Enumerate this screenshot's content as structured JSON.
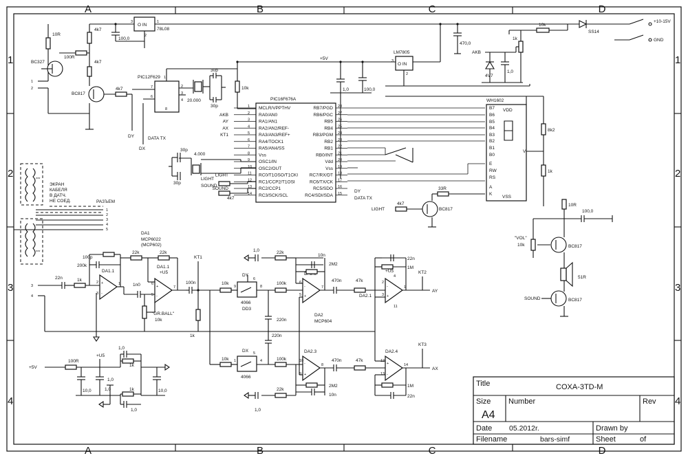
{
  "grid": {
    "columns": [
      "A",
      "B",
      "C",
      "D"
    ],
    "rows": [
      "1",
      "2",
      "3",
      "4"
    ]
  },
  "title_block": {
    "title_label": "Title",
    "title_value": "COXA-3TD-M",
    "size_label": "Size",
    "size_value": "A4",
    "number_label": "Number",
    "rev_label": "Rev",
    "date_label": "Date",
    "date_value": "05.2012r.",
    "drawn_label": "Drawn by",
    "filename_label": "Filename",
    "filename_value": "bars-simf",
    "sheet_label": "Sheet",
    "of_label": "of"
  },
  "ics": {
    "mcu": {
      "name": "PIC16F676A",
      "left_pins": [
        {
          "num": "1",
          "name": "MCLR/VPPTHV",
          "net": ""
        },
        {
          "num": "2",
          "name": "RA0/AN0",
          "net": "AKB"
        },
        {
          "num": "3",
          "name": "RA1/AN1",
          "net": "AY"
        },
        {
          "num": "4",
          "name": "RA2/AN2/REF-",
          "net": "AX"
        },
        {
          "num": "5",
          "name": "RA3/AN3/REF+",
          "net": "KT1"
        },
        {
          "num": "6",
          "name": "RA4/TOCK1",
          "net": ""
        },
        {
          "num": "7",
          "name": "RA5/AN4/SS",
          "net": ""
        },
        {
          "num": "8",
          "name": "Vss",
          "net": ""
        },
        {
          "num": "9",
          "name": "OSC1/IN",
          "net": ""
        },
        {
          "num": "10",
          "name": "OSC2/OUT",
          "net": ""
        },
        {
          "num": "11",
          "name": "RC0/T1OSO/T1CKI",
          "net": "LIGHT"
        },
        {
          "num": "12",
          "name": "RC1/CCP2/T1OSI",
          "net": ""
        },
        {
          "num": "13",
          "name": "RC2/CCP1",
          "net": "SOUND"
        },
        {
          "num": "14",
          "name": "RC3/SCK/SCL",
          "net": ""
        }
      ],
      "right_pins": [
        {
          "num": "28",
          "name": "RB7/PGD",
          "net": ""
        },
        {
          "num": "27",
          "name": "RB6/PGC",
          "net": ""
        },
        {
          "num": "26",
          "name": "RB5",
          "net": ""
        },
        {
          "num": "25",
          "name": "RB4",
          "net": ""
        },
        {
          "num": "24",
          "name": "RB3/PGM",
          "net": ""
        },
        {
          "num": "23",
          "name": "RB2",
          "net": ""
        },
        {
          "num": "22",
          "name": "RB1",
          "net": ""
        },
        {
          "num": "21",
          "name": "RB0/INT",
          "net": ""
        },
        {
          "num": "20",
          "name": "Vdd",
          "net": ""
        },
        {
          "num": "19",
          "name": "Vss",
          "net": ""
        },
        {
          "num": "18",
          "name": "RC7/RX/DT",
          "net": ""
        },
        {
          "num": "17",
          "name": "RC6/TX/CK",
          "net": ""
        },
        {
          "num": "16",
          "name": "RC5/SDO",
          "net": "DY"
        },
        {
          "num": "15",
          "name": "RC4/SDI/SDA",
          "net": "DATA TX"
        }
      ]
    },
    "lcd": {
      "name": "WH1602",
      "pins": [
        "B7",
        "B6",
        "B5",
        "B4",
        "B3",
        "B2",
        "B1",
        "B0",
        "E",
        "RW",
        "RS",
        "A",
        "K"
      ],
      "vdd": "VDD",
      "vss": "VSS",
      "v": "V"
    },
    "pic12": {
      "name": "PIC12F629",
      "pins": [
        {
          "num": "7",
          "side": "left"
        },
        {
          "num": "6",
          "side": "left"
        },
        {
          "num": "1",
          "side": "top"
        },
        {
          "num": "2",
          "side": "right"
        },
        {
          "num": "3",
          "side": "right"
        },
        {
          "num": "4",
          "side": "right"
        },
        {
          "num": "8",
          "side": "bottom"
        }
      ],
      "crystal": "20.000",
      "caps": [
        "30p",
        "30p"
      ]
    },
    "reg1": {
      "name": "78L08",
      "label": "O  IN",
      "pins": [
        "1",
        "2",
        "3"
      ]
    },
    "reg2": {
      "name": "LM7805",
      "label": "O  IN",
      "pins": [
        "1",
        "2",
        "3"
      ]
    }
  },
  "labels": {
    "supply_in": "+10-15V",
    "gnd": "GND",
    "fuse": "SS14",
    "plus5v": "+5V",
    "vdc": "+5V",
    "akb": "AKB",
    "zener": "4V7",
    "crystal2": "4.000",
    "cap30p_a": "30p",
    "cap30p_b": "30p",
    "light": "LIGHT",
    "sound": "SOUND",
    "dy": "DY",
    "dx": "DX",
    "data_tx": "DATA TX",
    "data_tx2": "DATA TX",
    "dy2": "DY",
    "bc327": "BC327",
    "bc817_a": "BC817",
    "bc817_b": "BC817",
    "bc817_c": "BC817",
    "bc817_d": "BC817",
    "r10r_a": "10R",
    "r100r": "100R",
    "r4k7_a": "4k7",
    "r4k7_b": "4k7",
    "r4k7_c": "4k7",
    "r4k7_d": "4k7",
    "r4k7_e": "4k7",
    "r10k_a": "10k",
    "r10k_b": "10k",
    "r8k2": "8k2",
    "r1k_lcd": "1k",
    "r1k_reg": "1k",
    "r33r": "33R",
    "r10r_b": "10R",
    "vol": "\"VOL\"",
    "vol10k": "10k",
    "r51r": "51R",
    "c100_a": "100,0",
    "c470": "470,0",
    "c1_a": "1,0",
    "c1_b": "1,0",
    "c100_b": "100,0",
    "c100_c": "100,0",
    "c1_c": "1,0",
    "shield": "ЭКРАН\nКАБЕЛЯ\nВ ДАТЧ.\nНЕ СОЕД.",
    "connector": "РАЗЪЕМ",
    "conn_pins": [
      "1",
      "2",
      "3",
      "4",
      "5"
    ],
    "da1": "DA1",
    "da1_part": "MCP6022",
    "da1_part2": "(MCP602)",
    "da1_1": "DA1.1",
    "da1_1b": "DA1.1",
    "plusu5": "+U5",
    "c100p": "100p",
    "r200k": "200k",
    "r22k_a": "22k",
    "r22k_b": "22k",
    "c22n": "22n",
    "r1k_in": "1k",
    "c1n0": "1n0",
    "grball": "\"GR.BALL\"",
    "grball_val": "10k",
    "kt1": "KT1",
    "c100n": "100n",
    "r1k_mid": "1k",
    "r10k_dy": "10k",
    "r10k_dx": "10k",
    "dd3": "DD3",
    "dd3_part": "4066",
    "dd3_part2": "4066",
    "r100k_a": "100k",
    "r100k_b": "100k",
    "c220n_a": "220n",
    "c220n_b": "220n",
    "r22k_c": "22k",
    "r22k_d": "22k",
    "c10n_a": "10n",
    "c10n_b": "10n",
    "r2m2_a": "2M2",
    "r2m2_b": "2M2",
    "da2_2": "DA2.2",
    "da2_3": "DA2.3",
    "da2": "DA2",
    "da2_part": "MCP604",
    "c470n_a": "470n",
    "c470n_b": "470n",
    "r47k_a": "47k",
    "r47k_b": "47k",
    "da2_1": "DA2.1",
    "da2_4": "DA2.4",
    "r1m_a": "1M",
    "r1m_b": "1M",
    "c22n_a": "22n",
    "c22n_b": "22n",
    "kt2": "KT2",
    "kt3": "KT3",
    "ay": "AY",
    "ax": "AX",
    "plusu5_b": "+U5",
    "plus5v_b": "+5V",
    "r100r_b": "100R",
    "plusu5_c": "+U5",
    "c1_d": "1,0",
    "c1_e": "1,0",
    "c10_a": "10,0",
    "c10_b": "10,0",
    "c1_f": "1,0",
    "c1_g": "1,0",
    "r1k_a": "1k",
    "r1k_b": "1k",
    "c1_h": "1,0",
    "in_pins": [
      "1",
      "2",
      "3",
      "4"
    ]
  }
}
